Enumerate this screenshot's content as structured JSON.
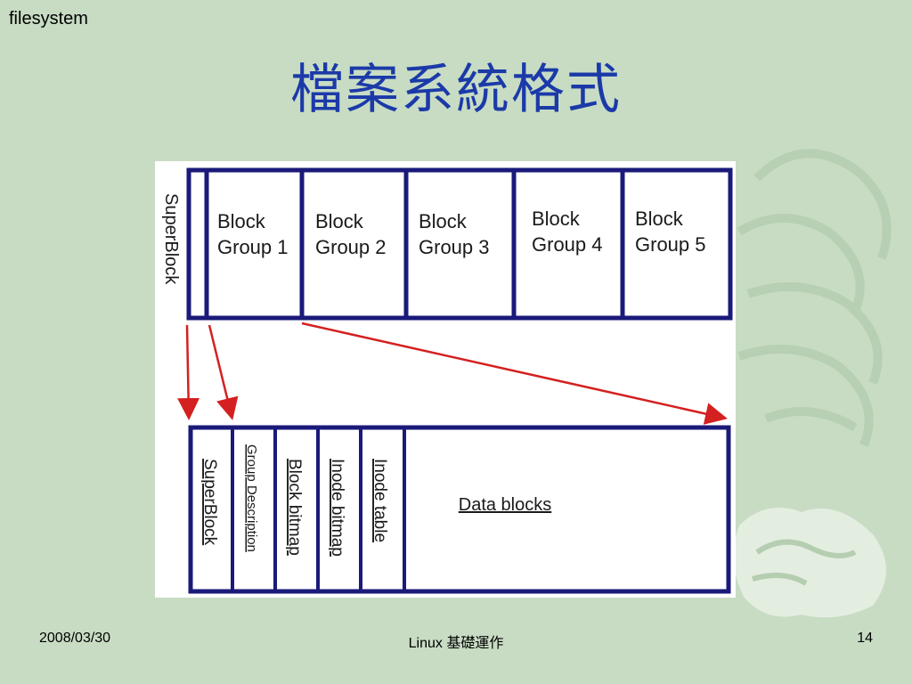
{
  "slide": {
    "header_label": "filesystem",
    "title": "檔案系統格式",
    "footer_date": "2008/03/30",
    "footer_center": "Linux 基礎運作",
    "page_number": "14"
  },
  "diagram": {
    "top_row": {
      "superblock_label": "SuperBlock",
      "groups": [
        {
          "line1": "Block",
          "line2": "Group 1"
        },
        {
          "line1": "Block",
          "line2": "Group 2"
        },
        {
          "line1": "Block",
          "line2": "Group 3"
        },
        {
          "line1": "Block",
          "line2": "Group 4"
        },
        {
          "line1": "Block",
          "line2": "Group 5"
        }
      ]
    },
    "bottom_row": {
      "cells": [
        "SuperBlock",
        "Group Description",
        "Block bitmap",
        "Inode bitmap",
        "Inode table"
      ],
      "data_label": "Data blocks"
    },
    "colors": {
      "border": "#1a1a7a",
      "arrow": "#d42020",
      "title": "#1b3aa8",
      "background": "#c8dcc4"
    }
  }
}
